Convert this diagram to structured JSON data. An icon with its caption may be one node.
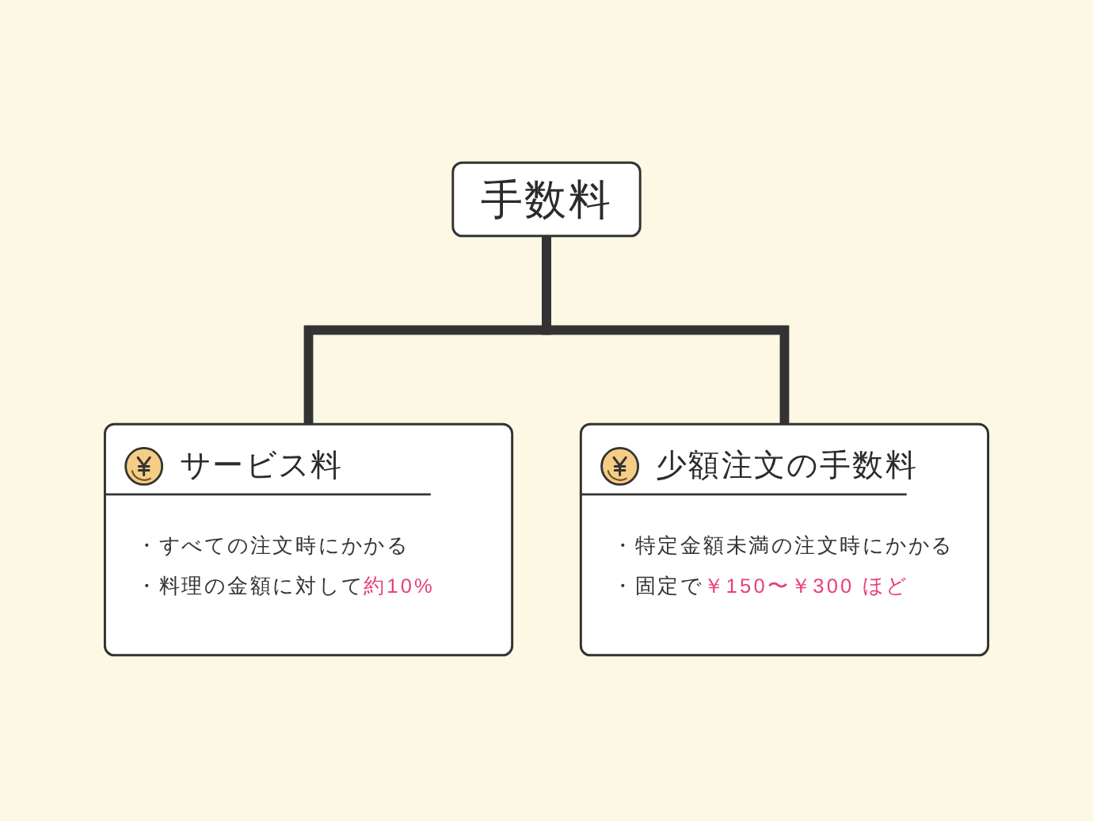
{
  "diagram": {
    "nodes": [
      {
        "text": [
          "手数料"
        ]
      },
      {
        "text": [
          "サービス料",
          "・すべての注文時にかかる",
          "・料理の金額に対して約10%"
        ]
      },
      {
        "text": [
          "少額注文の手数料",
          "・特定金額未満の注文時にかかる",
          "・固定で￥150〜￥300 ほど"
        ]
      }
    ],
    "edges": [
      {
        "from": 0,
        "to": 1,
        "arrow": "none"
      },
      {
        "from": 0,
        "to": 2,
        "arrow": "none"
      }
    ]
  }
}
